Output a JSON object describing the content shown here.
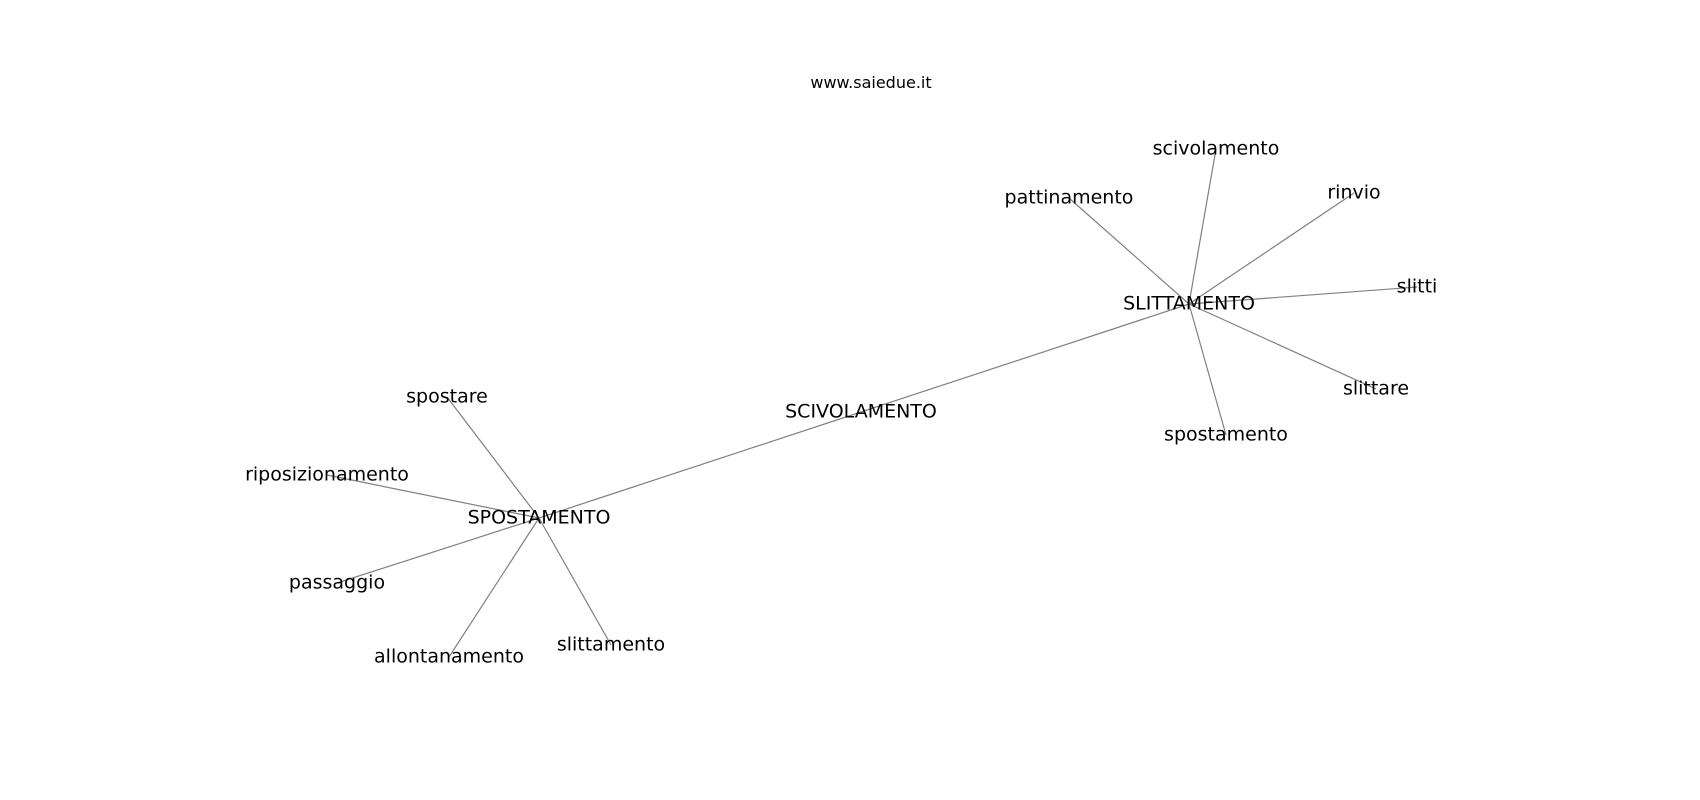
{
  "watermark": "www.saiedue.it",
  "graph": {
    "nodes": [
      {
        "id": "SCIVOLAMENTO",
        "label": "SCIVOLAMENTO"
      },
      {
        "id": "SPOSTAMENTO",
        "label": "SPOSTAMENTO"
      },
      {
        "id": "SLITTAMENTO",
        "label": "SLITTAMENTO"
      },
      {
        "id": "spostare",
        "label": "spostare"
      },
      {
        "id": "riposizionamento",
        "label": "riposizionamento"
      },
      {
        "id": "passaggio",
        "label": "passaggio"
      },
      {
        "id": "allontanamento",
        "label": "allontanamento"
      },
      {
        "id": "slittamento",
        "label": "slittamento"
      },
      {
        "id": "pattinamento",
        "label": "pattinamento"
      },
      {
        "id": "scivolamento",
        "label": "scivolamento"
      },
      {
        "id": "rinvio",
        "label": "rinvio"
      },
      {
        "id": "slitti",
        "label": "slitti"
      },
      {
        "id": "slittare",
        "label": "slittare"
      },
      {
        "id": "spostamento",
        "label": "spostamento"
      }
    ],
    "edges": [
      {
        "source": "SPOSTAMENTO",
        "target": "SLITTAMENTO"
      },
      {
        "source": "SPOSTAMENTO",
        "target": "spostare"
      },
      {
        "source": "SPOSTAMENTO",
        "target": "riposizionamento"
      },
      {
        "source": "SPOSTAMENTO",
        "target": "passaggio"
      },
      {
        "source": "SPOSTAMENTO",
        "target": "allontanamento"
      },
      {
        "source": "SPOSTAMENTO",
        "target": "slittamento"
      },
      {
        "source": "SLITTAMENTO",
        "target": "pattinamento"
      },
      {
        "source": "SLITTAMENTO",
        "target": "scivolamento"
      },
      {
        "source": "SLITTAMENTO",
        "target": "rinvio"
      },
      {
        "source": "SLITTAMENTO",
        "target": "slitti"
      },
      {
        "source": "SLITTAMENTO",
        "target": "slittare"
      },
      {
        "source": "SLITTAMENTO",
        "target": "spostamento"
      }
    ]
  }
}
